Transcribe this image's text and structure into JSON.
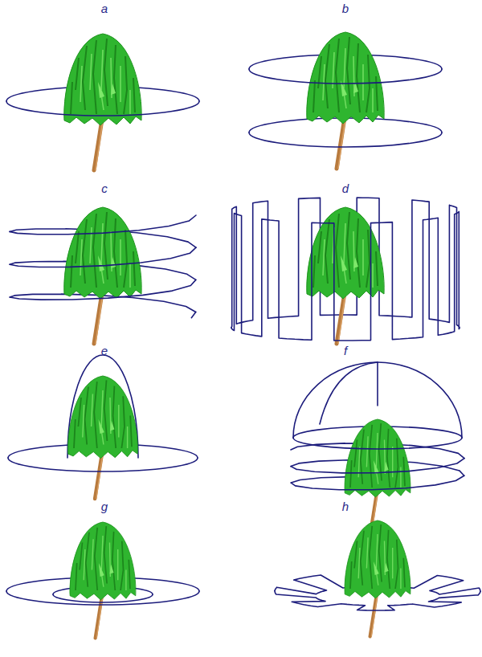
{
  "diagram": {
    "labels": [
      "a",
      "b",
      "c",
      "d",
      "e",
      "f",
      "g",
      "h"
    ]
  }
}
